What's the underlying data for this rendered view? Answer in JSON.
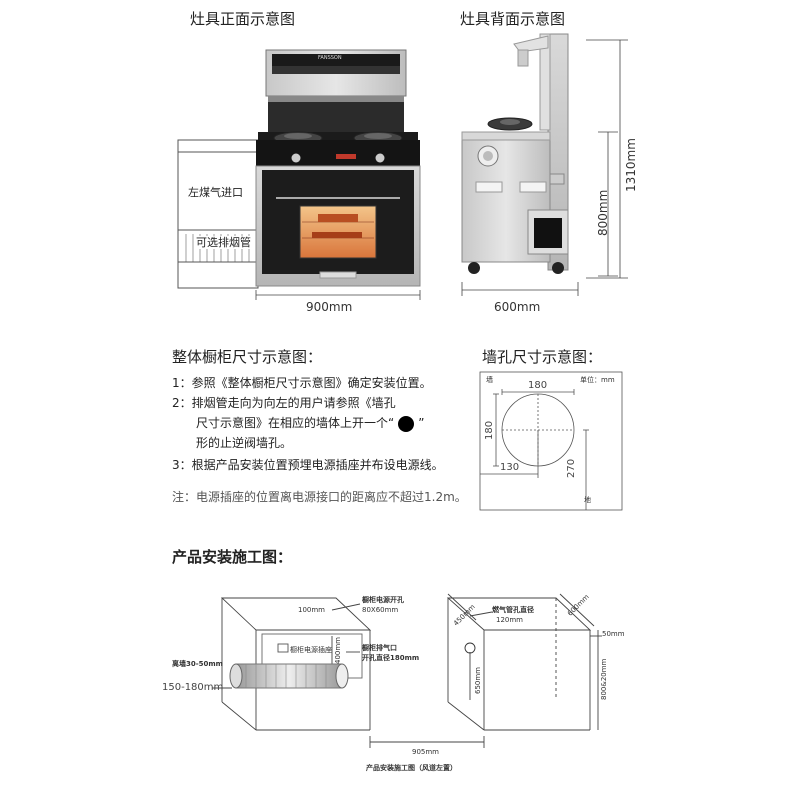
{
  "front": {
    "title": "灶具正面示意图",
    "brand": "FANSSON",
    "left_gas_label": "左煤气进口",
    "optional_pipe_label": "可选排烟管",
    "width_label": "900mm"
  },
  "back": {
    "title": "灶具背面示意图",
    "width_label": "600mm",
    "height_800": "800mm",
    "height_1310": "1310mm"
  },
  "cabinet": {
    "title": "整体橱柜尺寸示意图：",
    "items": [
      "1：参照《整体橱柜尺寸示意图》确定安装位置。",
      "2：排烟管走向为向左的用户请参照《墙孔",
      "尺寸示意图》在相应的墙体上开一个“",
      "”",
      "形的止逆阀墙孔。",
      "3：根据产品安装位置预埋电源插座并布设电源线。"
    ],
    "note": "注：电源插座的位置离电源接口的距离应不超过1.2m。"
  },
  "wall_hole": {
    "title": "墙孔尺寸示意图：",
    "wall_label": "墙",
    "unit_label": "单位：mm",
    "dim_180_top": "180",
    "dim_180_left": "180",
    "dim_130": "130",
    "dim_270": "270",
    "floor_label": "地"
  },
  "install": {
    "title": "产品安装施工图：",
    "label_100": "100mm",
    "cabinet_power_hole": "橱柜电源开孔",
    "power_hole_size": "80X60mm",
    "power_socket": "橱柜电源插座",
    "label_400": "400mm",
    "exhaust_label": "橱柜排气口",
    "exhaust_diameter": "开孔直径180mm",
    "wall_distance": "离墙30-50mm",
    "label_150_180": "150-180mm",
    "label_450": "450mm",
    "gas_pipe": "燃气管孔直径",
    "gas_pipe_size": "120mm",
    "label_600": "600mm",
    "label_50": "50mm",
    "label_650": "650mm",
    "label_800": "800&20mm",
    "label_905": "905mm",
    "caption": "产品安装施工图（风道左置）"
  }
}
